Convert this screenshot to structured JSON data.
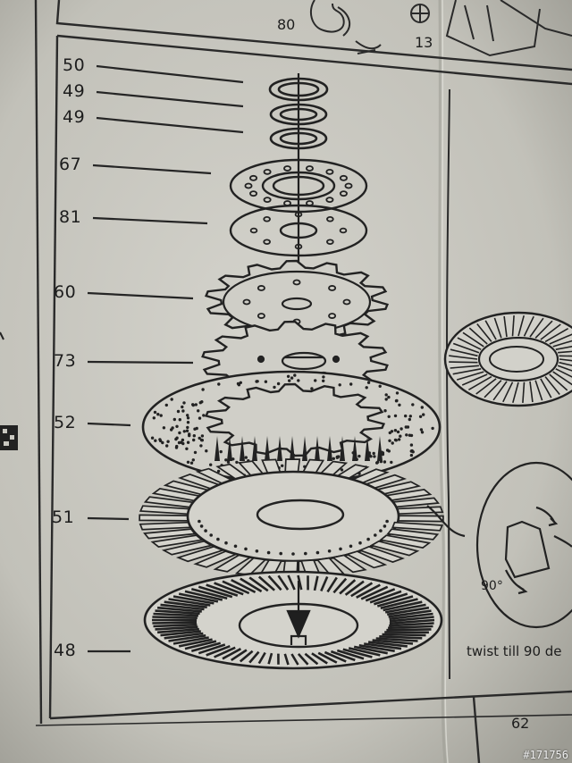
{
  "parts": {
    "p50": "50",
    "p49a": "49",
    "p49b": "49",
    "p67": "67",
    "p81": "81",
    "p60": "60",
    "p73": "73",
    "p52": "52",
    "p51": "51",
    "p48": "48"
  },
  "top_refs": {
    "r80": "80",
    "r13": "13"
  },
  "side_panel": {
    "caption": "twist till 90 de",
    "angle": "90°"
  },
  "bottom_ref": "62",
  "watermark": "#171756"
}
